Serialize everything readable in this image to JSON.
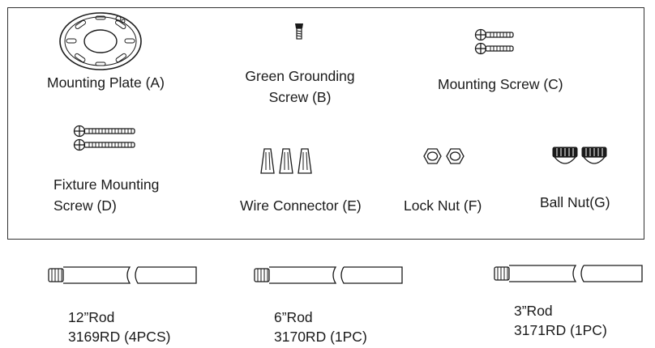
{
  "hardware": {
    "mounting_plate": "Mounting Plate (A)",
    "grounding_screw_line1": "Green Grounding",
    "grounding_screw_line2": "Screw (B)",
    "mounting_screw": "Mounting Screw (C)",
    "fixture_screw_line1": "Fixture Mounting",
    "fixture_screw_line2": "Screw (D)",
    "wire_connector": "Wire Connector (E)",
    "lock_nut": "Lock Nut (F)",
    "ball_nut": "Ball Nut(G)"
  },
  "rods": [
    {
      "name": "12”Rod",
      "part": "3169RD (4PCS)"
    },
    {
      "name": "6”Rod",
      "part": "3170RD (1PC)"
    },
    {
      "name": "3”Rod",
      "part": "3171RD (1PC)"
    }
  ],
  "colors": {
    "ink": "#1a1a1a",
    "frame": "#333333",
    "background": "#ffffff"
  }
}
